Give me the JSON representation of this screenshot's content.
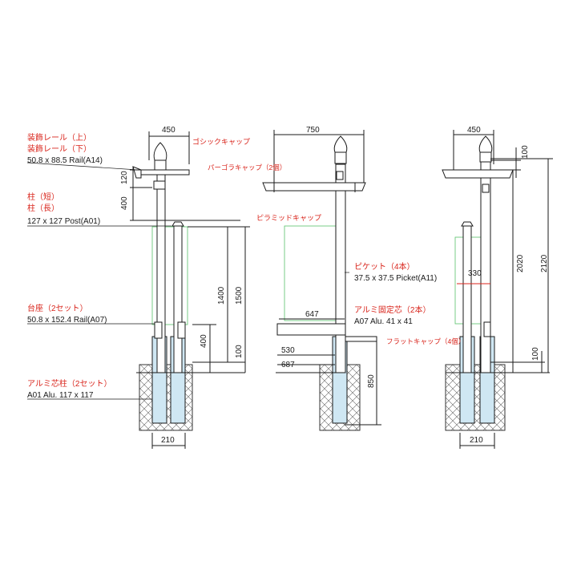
{
  "labels": {
    "top_rail_ja_1": "装飾レール（上）",
    "top_rail_ja_2": "装飾レール（下）",
    "top_rail_spec": "50.8 x 88.5 Rail(A14)",
    "post_ja_1": "柱（短）",
    "post_ja_2": "柱（長）",
    "post_spec": "127 x 127 Post(A01)",
    "base_ja": "台座（2セット）",
    "base_spec": "50.8 x 152.4 Rail(A07)",
    "core_ja": "アルミ芯柱（2セット）",
    "core_spec": "A01 Alu. 117 x 117",
    "gothic_cap": "ゴシックキャップ",
    "pergola_cap": "パーゴラキャップ（2個）",
    "pyramid_cap": "ピラミッドキャップ",
    "picket_ja": "ピケット（4本）",
    "picket_spec": "37.5 x 37.5 Picket(A11)",
    "alu_fix_ja": "アルミ固定芯（2本）",
    "alu_fix_spec": "A07 Alu. 41 x 41",
    "flat_cap": "フラットキャップ（4個）"
  },
  "dimensions": {
    "left_width_top": "450",
    "left_120": "120",
    "left_400_upper": "400",
    "left_1400": "1400",
    "left_1500": "1500",
    "left_400_lower": "400",
    "left_100": "100",
    "left_210": "210",
    "mid_width_top": "750",
    "mid_647": "647",
    "mid_530": "530",
    "mid_687": "687",
    "mid_850": "850",
    "right_width_top": "450",
    "right_100_top": "100",
    "right_330": "330",
    "right_2020": "2020",
    "right_2120": "2120",
    "right_100_bottom": "100",
    "right_210": "210"
  },
  "colors": {
    "annotation_red": "#d9251c",
    "guide_green": "#59c26a",
    "core_blue": "#cfe7f3",
    "line": "#1a1a1a"
  }
}
